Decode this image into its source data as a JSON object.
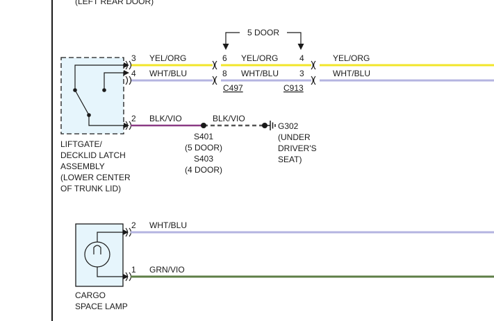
{
  "top_label": "(LEFT REAR DOOR)",
  "five_door": "5 DOOR",
  "liftgate": {
    "label": [
      "LIFTGATE/",
      "DECKLID LATCH",
      "ASSEMBLY",
      "(LOWER CENTER",
      "OF TRUNK LID)"
    ],
    "pins": [
      "3",
      "4",
      "2"
    ]
  },
  "wires": {
    "w1": {
      "pin_a": "3",
      "color_a": "YEL/ORG",
      "pin_b": "6",
      "color_b": "YEL/ORG",
      "pin_c": "4",
      "color_c": "YEL/ORG"
    },
    "w2": {
      "pin_a": "4",
      "color_a": "WHT/BLU",
      "pin_b": "8",
      "color_b": "WHT/BLU",
      "pin_c": "3",
      "color_c": "WHT/BLU"
    },
    "w3": {
      "pin_a": "2",
      "color_a": "BLK/VIO",
      "color_b": "BLK/VIO"
    }
  },
  "connectors": {
    "c497": "C497",
    "c913": "C913"
  },
  "splice": [
    "S401",
    "(5 DOOR)",
    "S403",
    "(4 DOOR)"
  ],
  "ground": [
    "G302",
    "(UNDER",
    "DRIVER'S",
    "SEAT)"
  ],
  "cargo_lamp": {
    "label": [
      "CARGO",
      "SPACE LAMP"
    ],
    "pin_top": "2",
    "wire_top": "WHT/BLU",
    "pin_bottom": "1",
    "wire_bottom": "GRN/VIO"
  },
  "colors": {
    "yel_org": "#f2e62a",
    "wht_blu": "#b4b4e0",
    "blk_vio": "#8a3a84",
    "grn_vio": "#5e7e46",
    "component_fill": "#e6f5fc",
    "line": "#1a1a1a"
  }
}
